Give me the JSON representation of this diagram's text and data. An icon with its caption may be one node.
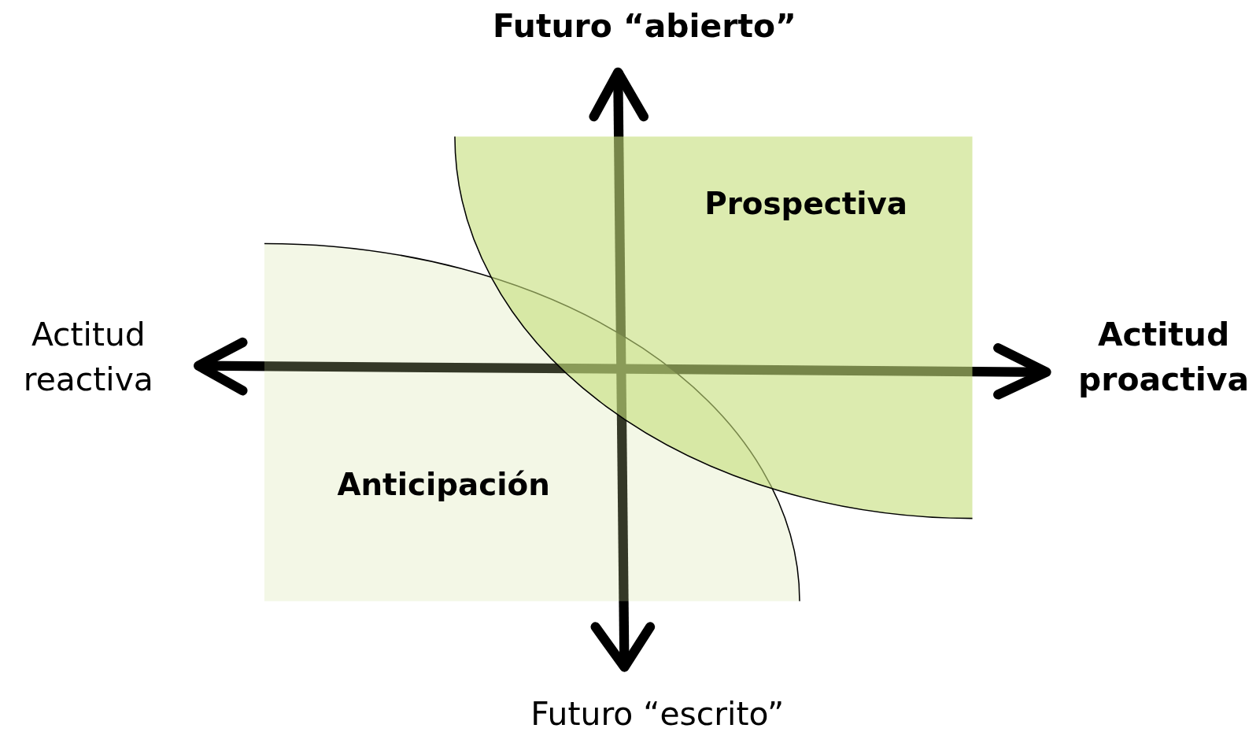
{
  "diagram": {
    "nodes": [
      {
        "text": [
          "Prospectiva"
        ]
      },
      {
        "text": [
          "Anticipación"
        ]
      }
    ],
    "labels": [
      "Futuro “abierto”",
      "Actitud reactiva",
      "Actitud proactiva",
      "Futuro “escrito”"
    ]
  }
}
